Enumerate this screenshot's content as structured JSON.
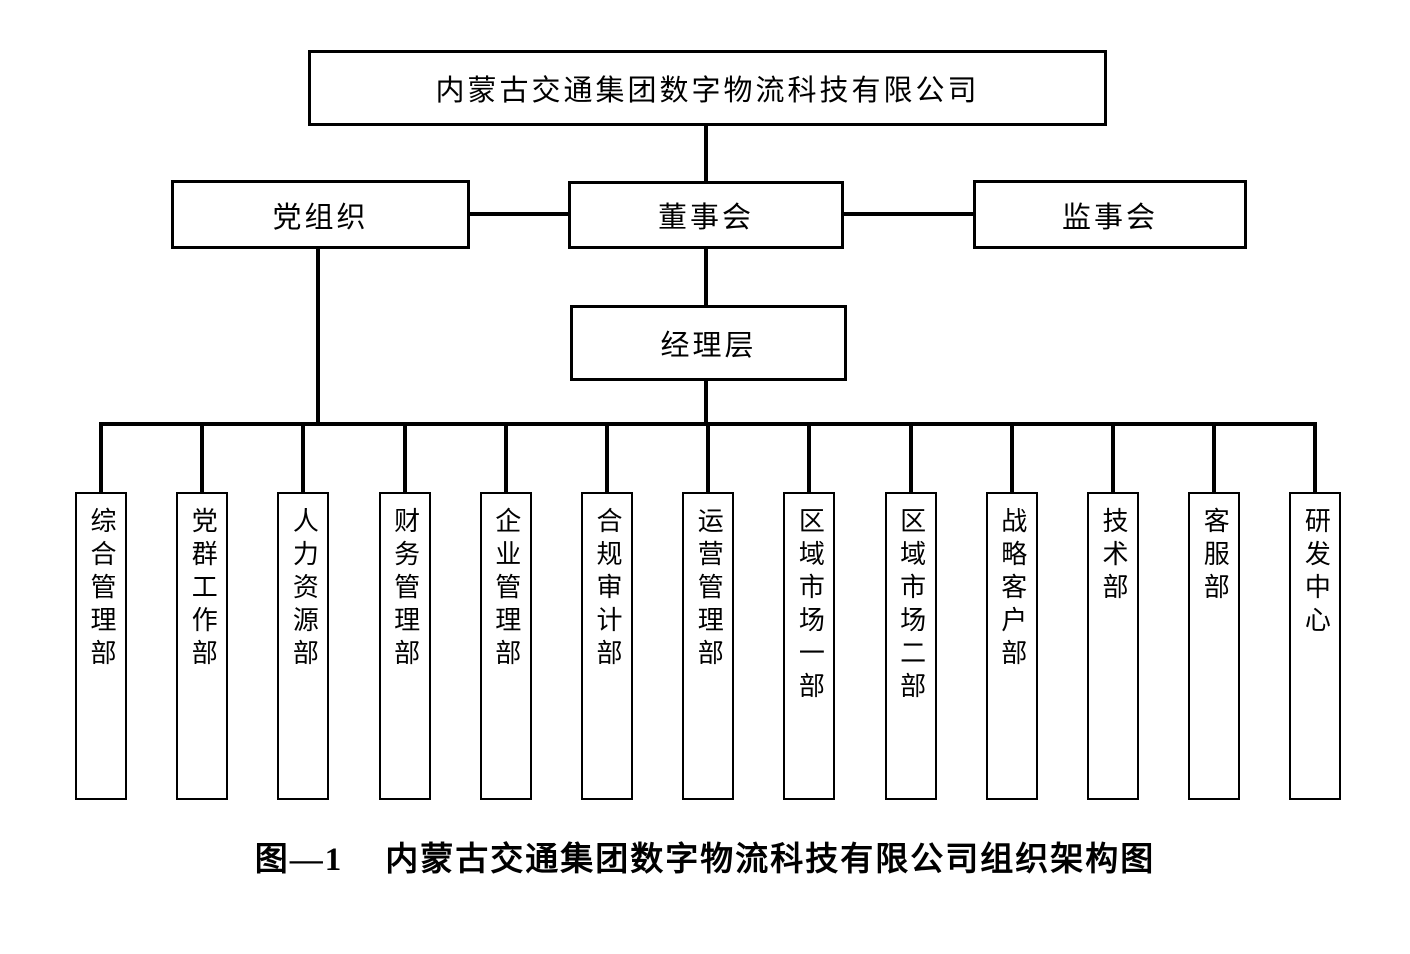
{
  "title": "内蒙古交通集团数字物流科技有限公司",
  "governance": {
    "party": "党组织",
    "board": "董事会",
    "supervisory": "监事会",
    "management": "经理层"
  },
  "departments": [
    "综合管理部",
    "党群工作部",
    "人力资源部",
    "财务管理部",
    "企业管理部",
    "合规审计部",
    "运营管理部",
    "区域市场一部",
    "区域市场二部",
    "战略客户部",
    "技术部",
    "客服部",
    "研发中心"
  ],
  "caption": {
    "label": "图—1",
    "text": "内蒙古交通集团数字物流科技有限公司组织架构图"
  },
  "colors": {
    "line": "#000000",
    "background": "#ffffff",
    "text": "#000000"
  }
}
